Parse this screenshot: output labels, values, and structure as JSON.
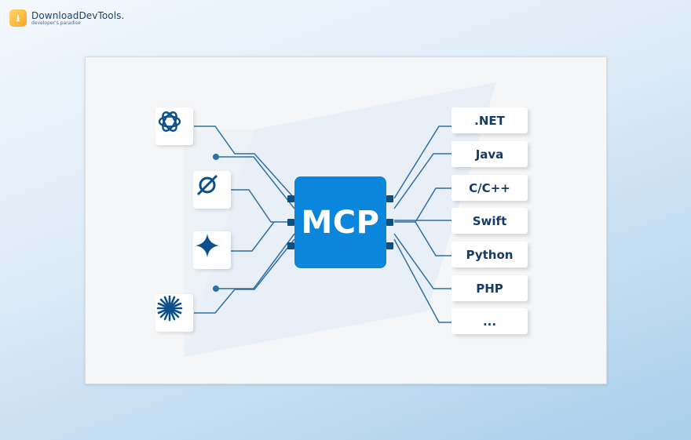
{
  "watermark": {
    "brand": "DownloadDevTools.",
    "tagline": "developer's paradise"
  },
  "hub": {
    "label": "MCP"
  },
  "clients": [
    {
      "icon": "openai-icon"
    },
    {
      "icon": "perplexity-icon"
    },
    {
      "icon": "gemini-sparkle-icon"
    },
    {
      "icon": "claude-starburst-icon"
    }
  ],
  "languages": [
    ".NET",
    "Java",
    "C/C++",
    "Swift",
    "Python",
    "PHP",
    "..."
  ],
  "colors": {
    "chip": "#0a86dc",
    "line": "#2f6fa5",
    "text": "#173c63",
    "icon": "#0d4f8b"
  }
}
